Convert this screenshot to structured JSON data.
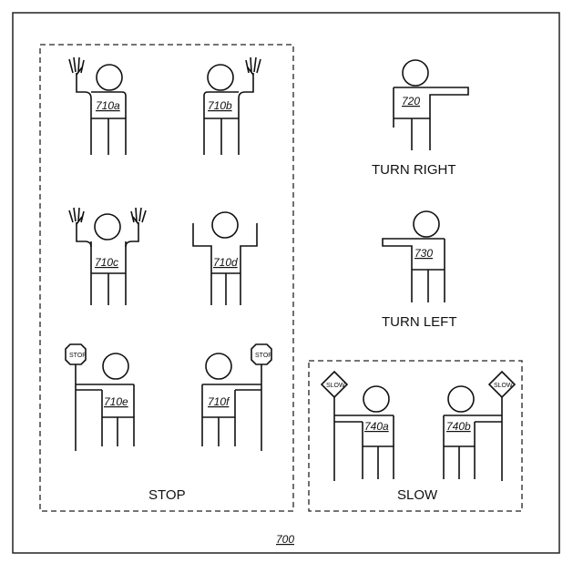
{
  "figure_number": "700",
  "groups": {
    "stop": {
      "caption": "STOP",
      "figures": [
        {
          "id": "710a",
          "pose": "left-hand-raised"
        },
        {
          "id": "710b",
          "pose": "right-hand-raised"
        },
        {
          "id": "710c",
          "pose": "both-hands-raised"
        },
        {
          "id": "710d",
          "pose": "both-arms-bent-up"
        },
        {
          "id": "710e",
          "pose": "left-hand-stop-sign",
          "sign_text": "STOP"
        },
        {
          "id": "710f",
          "pose": "right-hand-stop-sign",
          "sign_text": "STOP"
        }
      ]
    },
    "turn_right": {
      "caption": "TURN RIGHT",
      "figure": {
        "id": "720"
      }
    },
    "turn_left": {
      "caption": "TURN LEFT",
      "figure": {
        "id": "730"
      }
    },
    "slow": {
      "caption": "SLOW",
      "figures": [
        {
          "id": "740a",
          "pose": "left-hand-slow-sign",
          "sign_text": "SLOW"
        },
        {
          "id": "740b",
          "pose": "right-hand-slow-sign",
          "sign_text": "SLOW"
        }
      ]
    }
  }
}
